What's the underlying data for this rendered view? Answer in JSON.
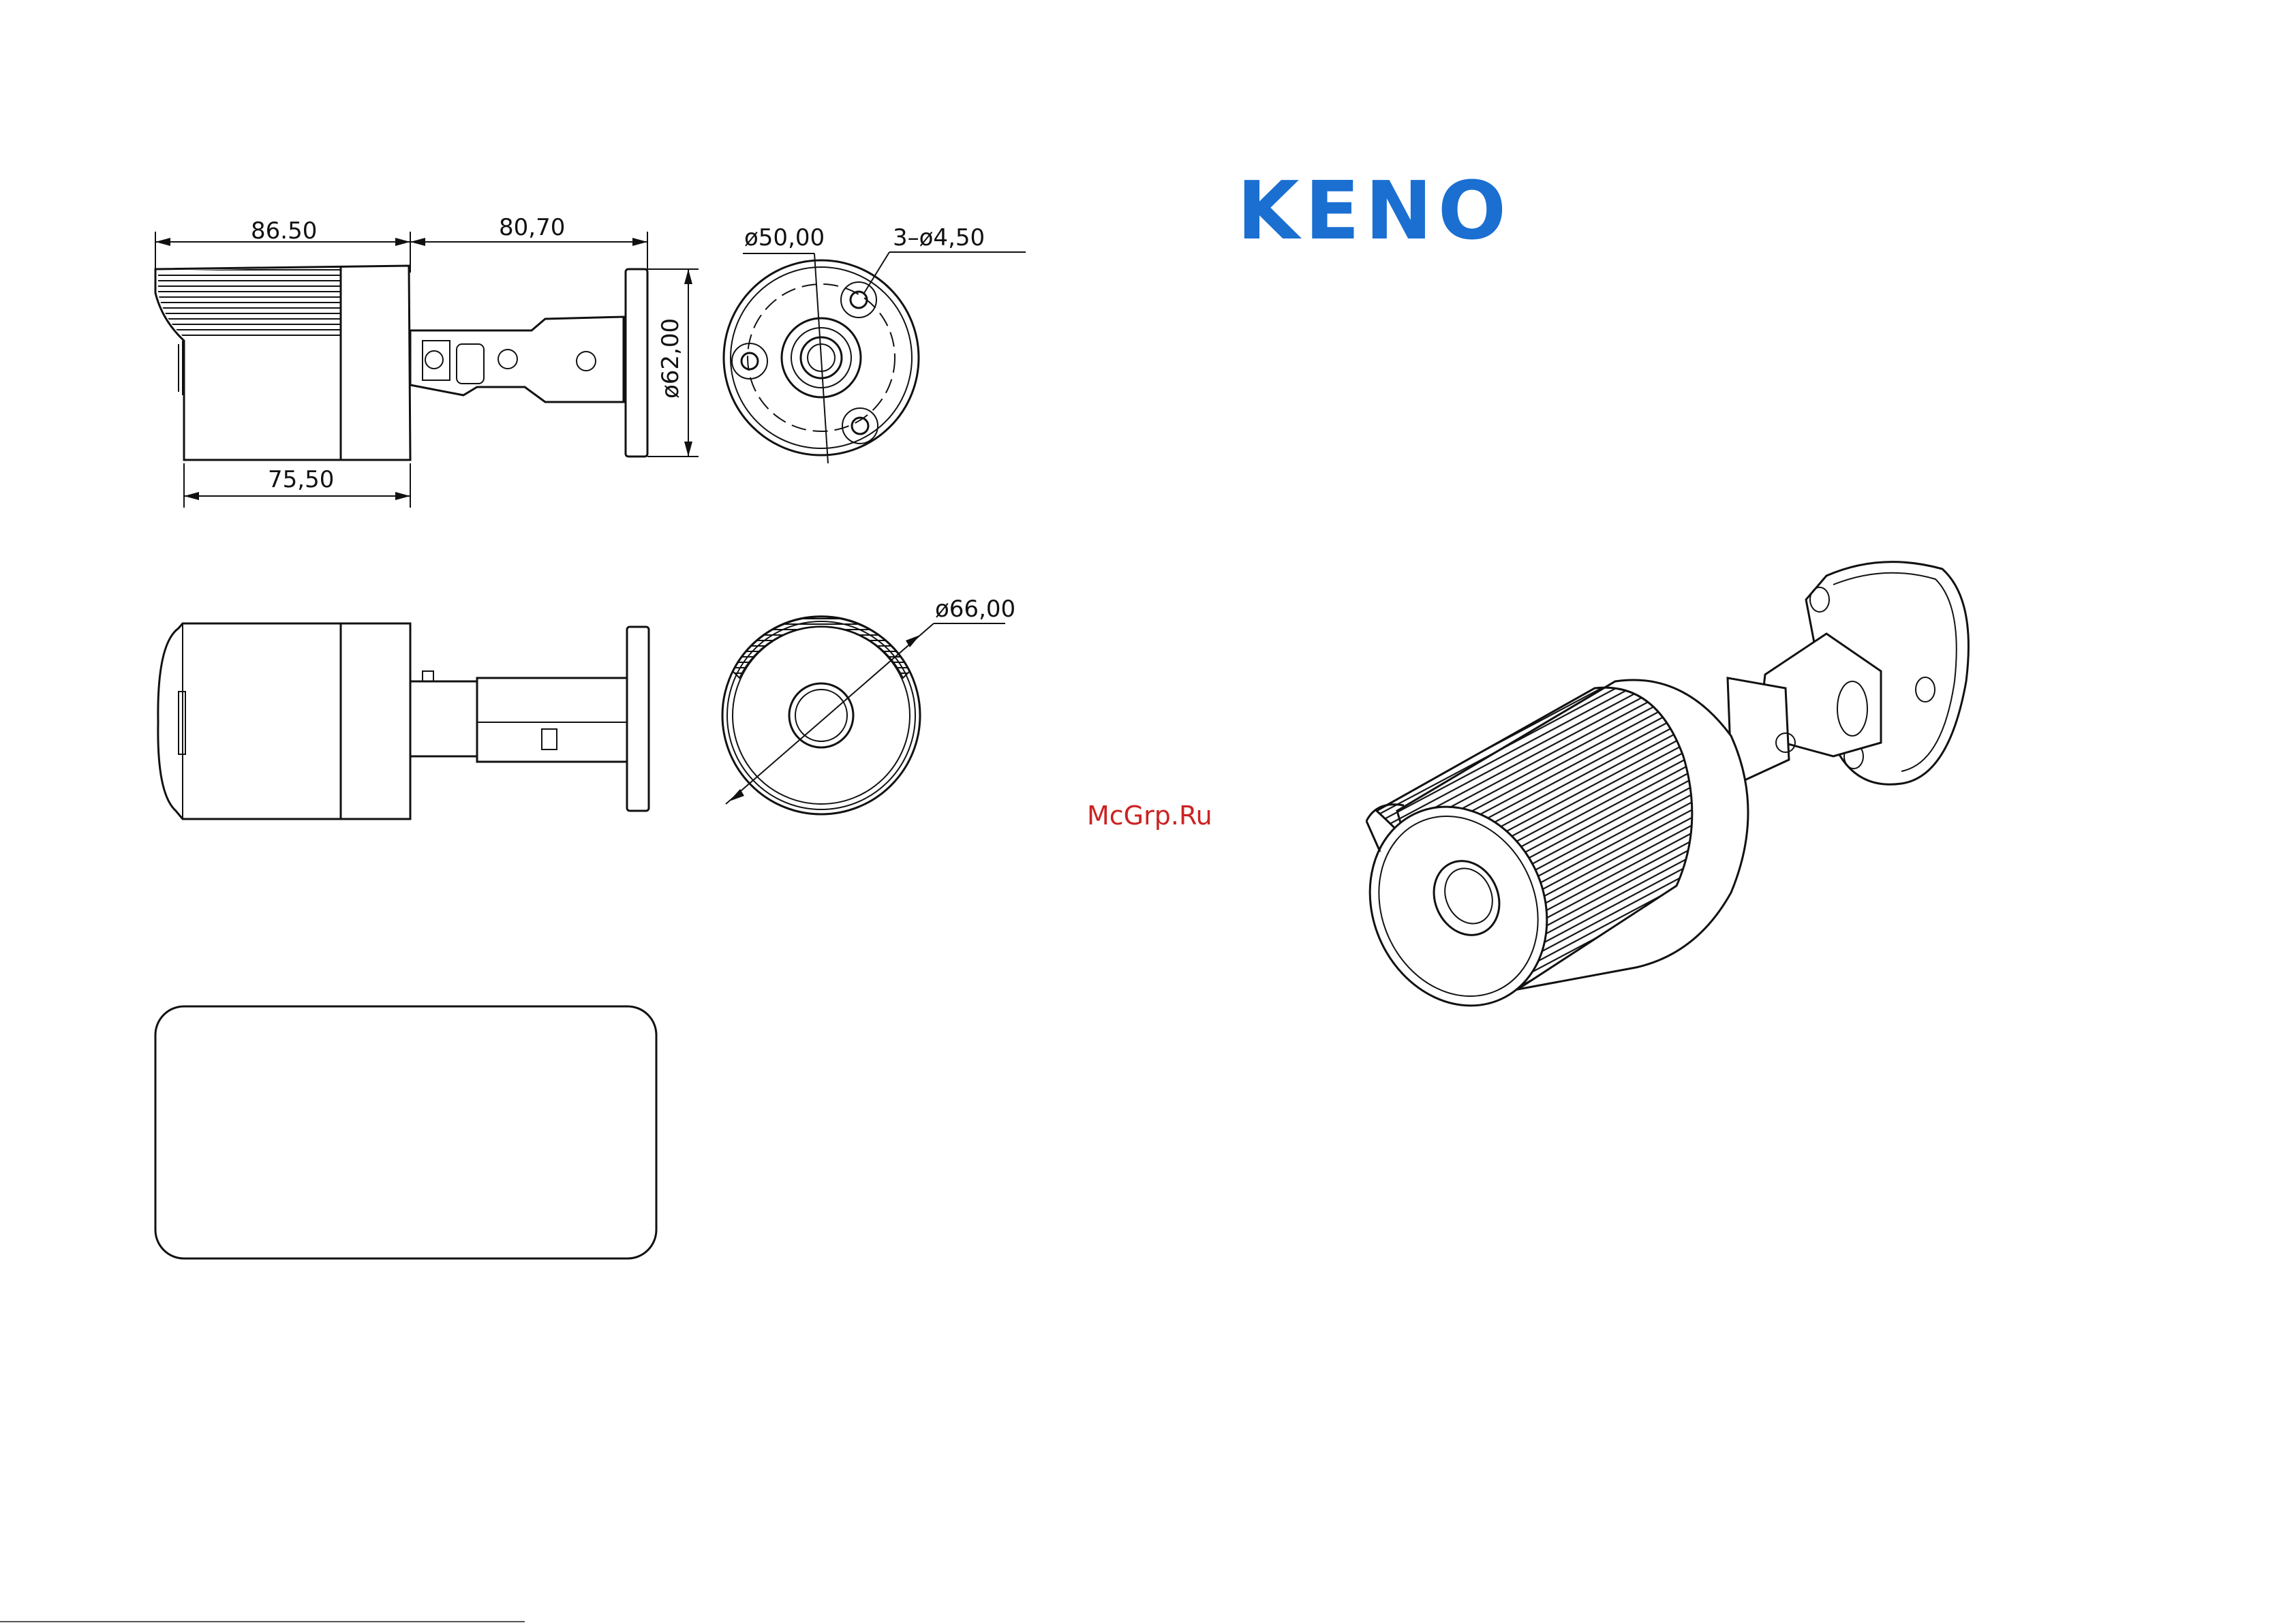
{
  "brand": {
    "logo_text": "KENO",
    "color": "#1a6fd1"
  },
  "watermark": {
    "text": "McGrp.Ru",
    "color": "#cc2222"
  },
  "dimensions": {
    "top_left_length": "86.50",
    "top_bracket_length": "80,70",
    "bottom_body_length": "75,50",
    "base_height": "ø62,00",
    "mount_circle": "ø50,00",
    "mount_holes": "3–ø4,50",
    "front_diameter": "ø66,00"
  },
  "label_box": {
    "text": ""
  }
}
